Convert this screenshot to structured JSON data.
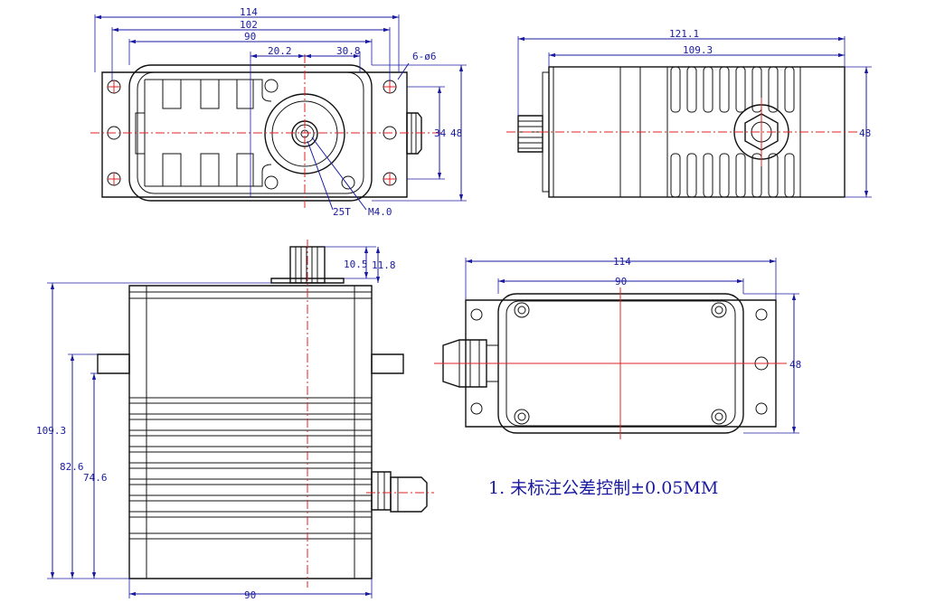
{
  "colors": {
    "dimension": "#1a1aa0",
    "centerline": "#e02020",
    "outline": "#111111"
  },
  "top_view": {
    "dim_114": "114",
    "dim_102": "102",
    "dim_90": "90",
    "dim_20_2": "20.2",
    "dim_30_8": "30.8",
    "holes": "6-ø6",
    "dim_34": "34",
    "dim_48": "48",
    "spline": "25T",
    "thread": "M4.0"
  },
  "side_view": {
    "dim_121_1": "121.1",
    "dim_109_3": "109.3",
    "dim_48": "48"
  },
  "front_view": {
    "dim_10_5": "10.5",
    "dim_11_8": "11.8",
    "dim_109_3": "109.3",
    "dim_82_6": "82.6",
    "dim_74_6": "74.6",
    "dim_90": "90"
  },
  "bottom_view": {
    "dim_114": "114",
    "dim_90": "90",
    "dim_48": "48"
  },
  "notes": {
    "tolerance": "1. 未标注公差控制±0.05MM"
  }
}
